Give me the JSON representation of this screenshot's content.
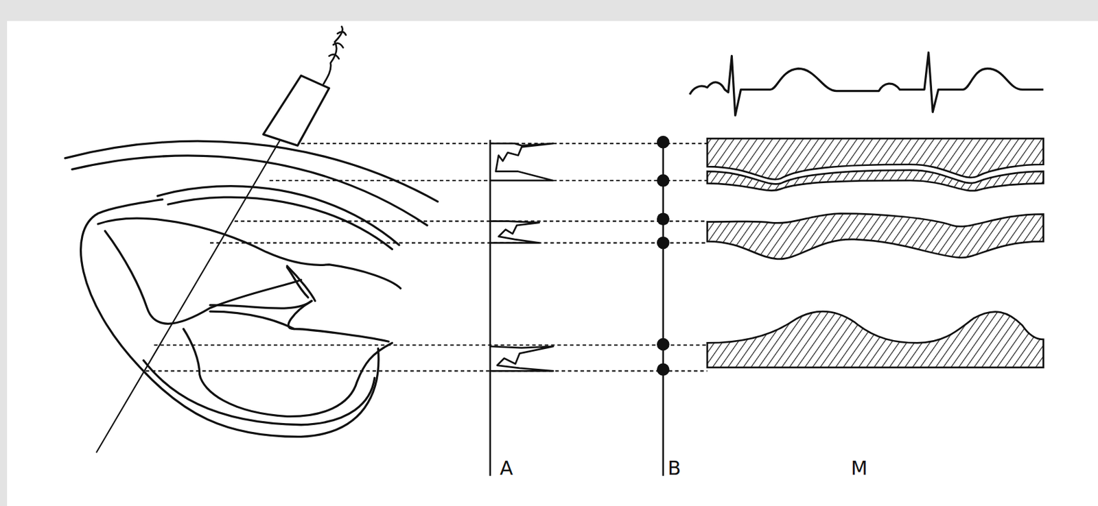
{
  "diagram": {
    "labels": [
      "A",
      "B",
      "M"
    ]
  }
}
